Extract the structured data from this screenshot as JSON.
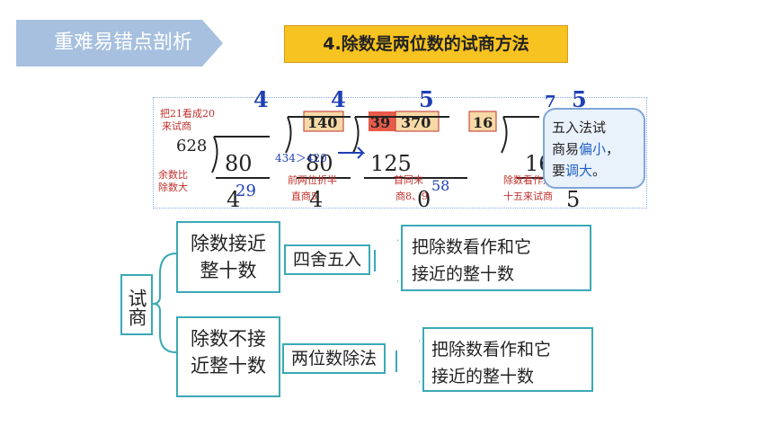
{
  "section_banner": "重难易错点剖析",
  "heading": "4.除数是两位数的试商方法",
  "tip": {
    "line1": "五入法试",
    "line2_prefix": "商易",
    "line2_em": "偏小",
    "line2_suffix": "，",
    "line3_prefix": "要",
    "line3_em": "调大",
    "line3_suffix": "。"
  },
  "annotations": {
    "left_top": "把21看成20",
    "left_top2": "来试商",
    "left_bottom1": "余数比",
    "left_bottom2": "除数大",
    "mid1a": "前两位折半",
    "mid1b": "直商5",
    "mid2a": "首同末",
    "mid2b": "商8、9",
    "right1": "除数看作几",
    "right2": "十五来试商",
    "cmp": "434＞420"
  },
  "equation_digits": {
    "d1": "4",
    "d2": "4",
    "d3": "5",
    "d4": "7",
    "d5": "5",
    "n1": "628",
    "n2": "140",
    "n3": "39",
    "n4": "370",
    "n5": "16",
    "r1": "80",
    "r2": "80",
    "r3": "125",
    "r4": "16",
    "b1": "4",
    "b2": "4",
    "b3": "0",
    "b4": "5",
    "rem1": "29",
    "rem2": "58"
  },
  "summary": {
    "root_label": "试商",
    "case1": {
      "line1": "除数接近",
      "line2": "整十数",
      "method": "四舍五入",
      "result1": "把除数看作和它",
      "result2": "接近的整十数"
    },
    "case2": {
      "line1": "除数不接",
      "line2": "近整十数",
      "method": "两位数除法",
      "result1": "把除数看作和它",
      "result2": "接近的整十数"
    }
  },
  "colors": {
    "banner": "#a7c0e0",
    "heading_bg": "#f7c320",
    "box_border": "#3aa9b6",
    "blue_text": "#1f5fc4",
    "red_text": "#c0302c"
  }
}
